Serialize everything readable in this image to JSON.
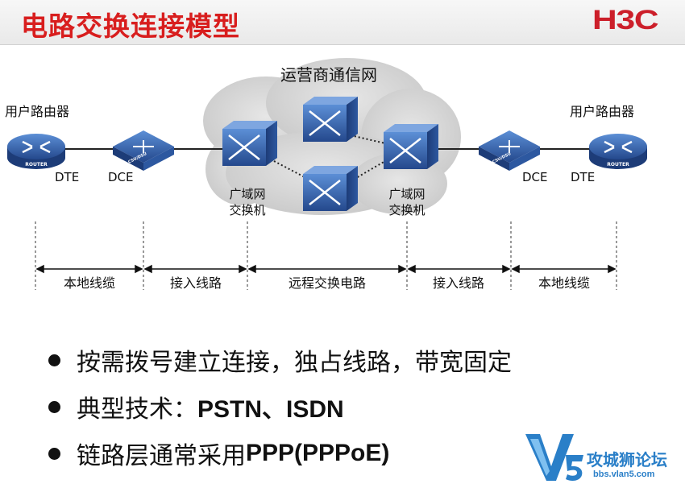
{
  "header": {
    "title": "电路交换连接模型",
    "logo": "H3C"
  },
  "diagram": {
    "cloud_label": "运营商通信网",
    "left_router_label": "用户路由器",
    "right_router_label": "用户路由器",
    "router_badge": "ROUTER",
    "csu_badge": "CSU/DSU",
    "dte_label": "DTE",
    "dce_label": "DCE",
    "wan_switch_left": [
      "广域网",
      "交换机"
    ],
    "wan_switch_right": [
      "广域网",
      "交换机"
    ],
    "segments": [
      "本地线缆",
      "接入线路",
      "远程交换电路",
      "接入线路",
      "本地线缆"
    ]
  },
  "bullets": {
    "items": [
      {
        "text": "按需拨号建立连接，独占线路，带宽固定"
      },
      {
        "prefix": "典型技术：",
        "strong": "PSTN、ISDN"
      },
      {
        "prefix": "链路层通常采用",
        "strong": "PPP(PPPoE)"
      }
    ]
  },
  "watermark": {
    "text": "攻城狮论坛",
    "url": "bbs.vlan5.com"
  },
  "colors": {
    "title_red": "#d81e1e",
    "device_blue": "#2f5fa8",
    "cloud_gray": "#d4d4d4"
  }
}
